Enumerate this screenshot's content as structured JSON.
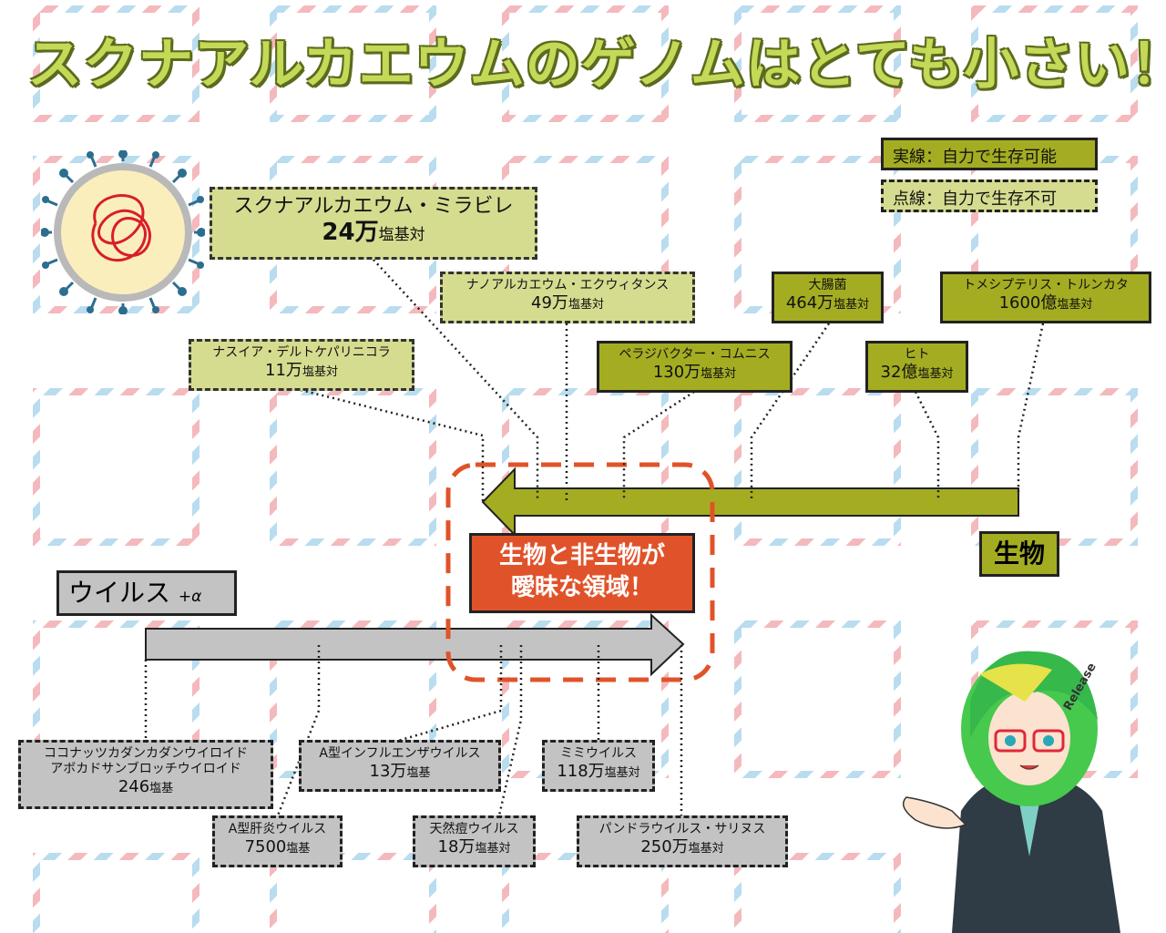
{
  "title": "スクナアルカエウムのゲノムはとても小さい！",
  "legend": {
    "solid": "実線：自力で生存可能",
    "dashed": "点線：自力で生存不可"
  },
  "main_label": {
    "name": "スクナアルカエウム・ミラビレ",
    "value": "24万",
    "unit": "塩基対"
  },
  "organisms": [
    {
      "name": "ナノアルカエウム・エクウィタンス",
      "value": "49万",
      "unit": "塩基対"
    },
    {
      "name": "ナスイア・デルトケパリニコラ",
      "value": "11万",
      "unit": "塩基対"
    },
    {
      "name": "ペラジバクター・コムニス",
      "value": "130万",
      "unit": "塩基対"
    },
    {
      "name": "大腸菌",
      "value": "464万",
      "unit": "塩基対"
    },
    {
      "name": "ヒト",
      "value": "32億",
      "unit": "塩基対"
    },
    {
      "name": "トメシプテリス・トルンカタ",
      "value": "1600億",
      "unit": "塩基対"
    }
  ],
  "organism_label": "生物",
  "virus_label": "ウイルス",
  "virus_label_suffix": "+α",
  "ambiguous_label_1": "生物と非生物が",
  "ambiguous_label_2": "曖昧な領域！",
  "viruses": [
    {
      "name1": "ココナッツカダンカダンウイロイド",
      "name2": "アボカドサンブロッチウイロイド",
      "value": "246",
      "unit": "塩基"
    },
    {
      "name": "A型肝炎ウイルス",
      "value": "7500",
      "unit": "塩基"
    },
    {
      "name": "A型インフルエンザウイルス",
      "value": "13万",
      "unit": "塩基"
    },
    {
      "name": "天然痘ウイルス",
      "value": "18万",
      "unit": "塩基対"
    },
    {
      "name": "ミミウイルス",
      "value": "118万",
      "unit": "塩基対"
    },
    {
      "name": "パンドラウイルス・サリヌス",
      "value": "250万",
      "unit": "塩基対"
    }
  ],
  "badge_text": "Release",
  "colors": {
    "organism_box": "#a4ad21",
    "non_free_living_box": "#d5dc8f",
    "virus_box": "#c3c3c3",
    "ambiguous": "#e0532a",
    "arrow_green": "#a4ad21",
    "arrow_gray": "#c3c3c3"
  }
}
